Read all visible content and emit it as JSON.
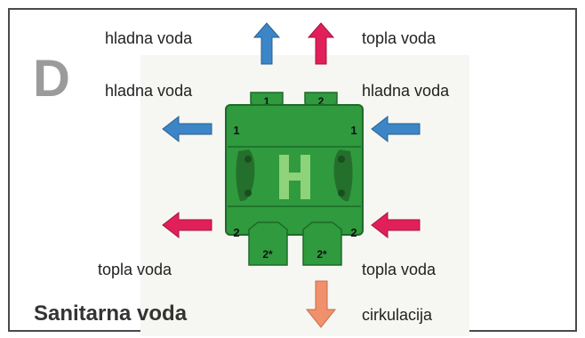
{
  "letter": "D",
  "caption": "Sanitarna voda",
  "labels": {
    "top_left": "hladna voda",
    "top_right": "topla voda",
    "mid_left": "hladna voda",
    "mid_right": "hladna voda",
    "bottom_left": "topla voda",
    "bottom_right": "topla voda",
    "circulation": "cirkulacija"
  },
  "ports": {
    "top_1": "1",
    "top_2": "2",
    "side_left_1": "1",
    "side_right_1": "1",
    "side_left_2": "2",
    "side_right_2": "2",
    "bottom_left": "2*",
    "bottom_right": "2*"
  },
  "colors": {
    "cold": "#3c86c7",
    "hot": "#e1205a",
    "circulation": "#f0906c",
    "body": "#2f9a3e",
    "body_dark": "#1d6b28",
    "frame": "#4a4a4a"
  }
}
